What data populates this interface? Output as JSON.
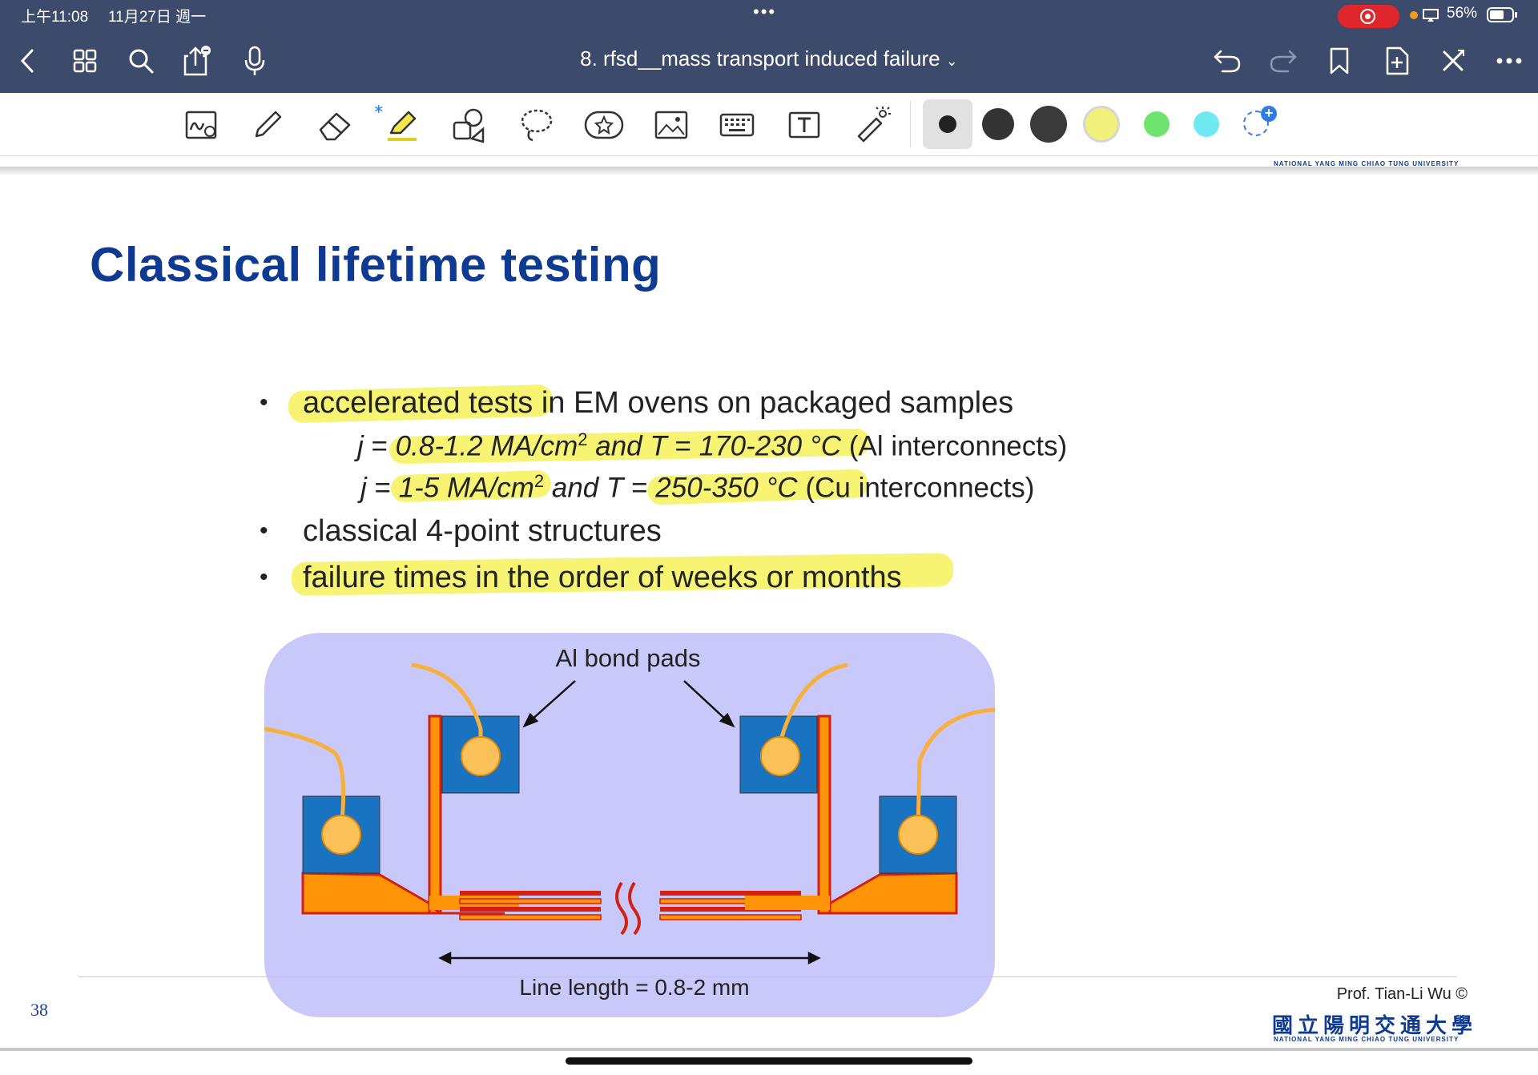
{
  "status_bar": {
    "time": "上午11:08",
    "date": "11月27日 週一",
    "battery": "56%"
  },
  "nav": {
    "document_title": "8. rfsd__mass transport induced failure",
    "icons": [
      "back-icon",
      "grid-icon",
      "search-icon",
      "share-icon",
      "microphone-icon",
      "undo-icon",
      "redo-icon",
      "bookmark-icon",
      "add-page-icon",
      "close-icon",
      "more-icon"
    ]
  },
  "toolbar": {
    "tools": [
      "handwriting-zoom-icon",
      "pen-icon",
      "eraser-icon",
      "highlighter-icon",
      "shapes-icon",
      "lasso-icon",
      "sticker-icon",
      "image-icon",
      "keyboard-icon",
      "text-icon",
      "laser-pointer-icon"
    ],
    "colors": [
      "#222222",
      "#333333",
      "#3a3a3a",
      "#f0f07a",
      "#6ee36e",
      "#6fe9f2"
    ]
  },
  "slide": {
    "title": "Classical lifetime testing",
    "bullets": [
      "accelerated tests in EM ovens on packaged samples",
      "classical 4-point structures",
      "failure times in the order of weeks or months"
    ],
    "sub1": {
      "j": "j",
      "eq": " = ",
      "jval": "0.8-1.2 MA/cm",
      "sup": "2",
      "and": " and ",
      "t": "T",
      "eq2": " = ",
      "tval": "170-230 °C",
      "note": " (Al interconnects)"
    },
    "sub2": {
      "j": "j",
      "eq": " = ",
      "jval": "1-5 MA/cm",
      "sup": "2",
      "and": " and ",
      "t": "T",
      "eq2": " = ",
      "tval": "250-350 °C",
      "note": " (Cu interconnects)"
    },
    "diagram": {
      "pads_label": "Al bond pads",
      "length_label": "Line length = 0.8-2 mm"
    },
    "page_number": "38",
    "author": "Prof. Tian-Li Wu ©",
    "university_cn": "國立陽明交通大學",
    "university_en": "NATIONAL YANG MING CHIAO TUNG UNIVERSITY"
  }
}
